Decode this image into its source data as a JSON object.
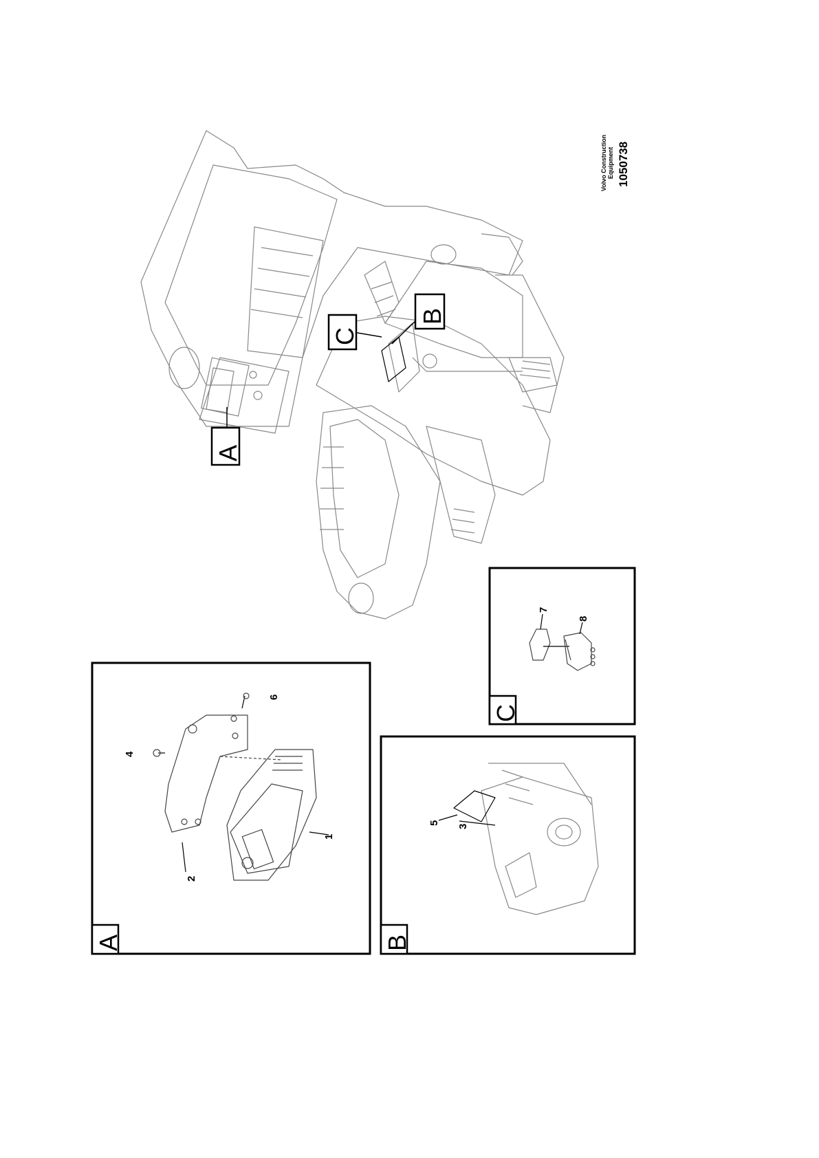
{
  "callouts": {
    "a": "A",
    "b": "B",
    "c": "C"
  },
  "parts": {
    "p1": "1",
    "p2": "2",
    "p3": "3",
    "p4": "4",
    "p5": "5",
    "p6": "6",
    "p7": "7",
    "p8": "8"
  },
  "credit": {
    "line1": "Volvo Construction",
    "line2": "Equipment"
  },
  "document_number": "1050738"
}
